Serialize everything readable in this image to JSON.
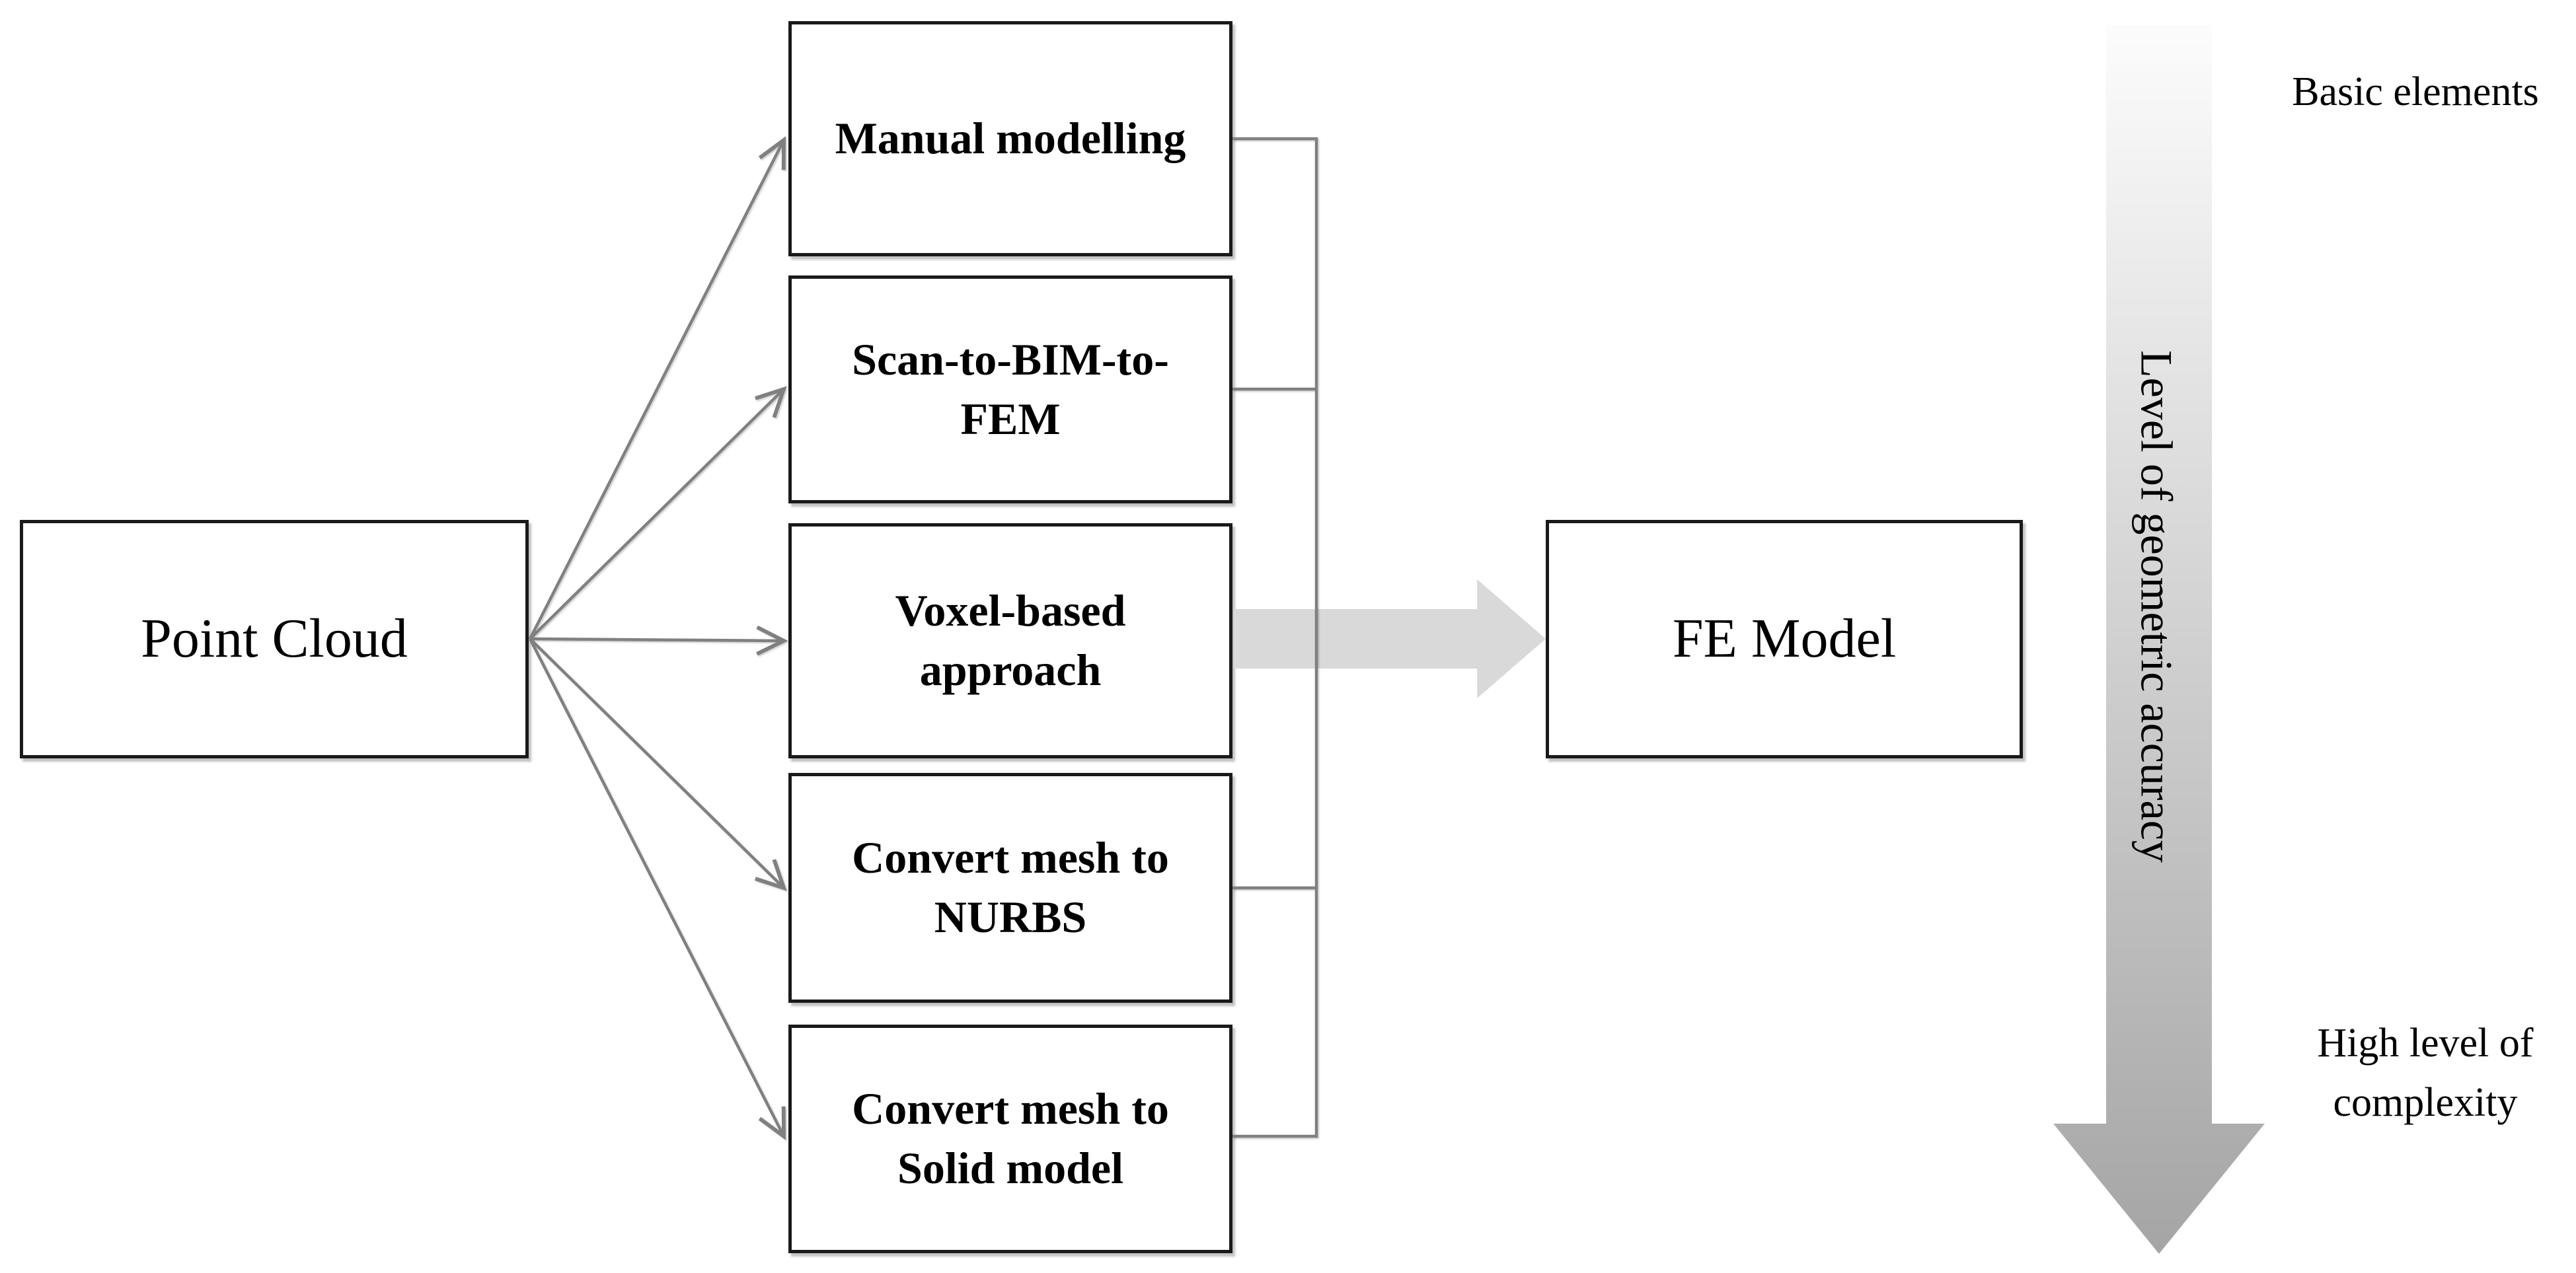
{
  "diagram": {
    "point_cloud_box": {
      "label": "Point Cloud"
    },
    "approach_boxes": [
      {
        "label": "Manual modelling"
      },
      {
        "label": [
          "Scan-to-BIM-to-",
          "FEM"
        ]
      },
      {
        "label": [
          "Voxel-based",
          "approach"
        ]
      },
      {
        "label": [
          "Convert mesh to",
          "NURBS"
        ]
      },
      {
        "label": [
          "Convert mesh to",
          "Solid model"
        ]
      }
    ],
    "fe_model_box": {
      "label": "FE Model"
    },
    "accuracy_axis": {
      "top_label": "Basic elements",
      "arrow_label": "Level of geometric accuracy",
      "bottom_label": [
        "High level of",
        "complexity"
      ]
    },
    "colors": {
      "box_border": "#1a1a1a",
      "connector_gray": "#808080",
      "thick_arrow_gray": "#d9d9d9",
      "gradient_top": "#fcfcfc",
      "gradient_bottom": "#a5a5a5",
      "text": "#000000"
    }
  }
}
